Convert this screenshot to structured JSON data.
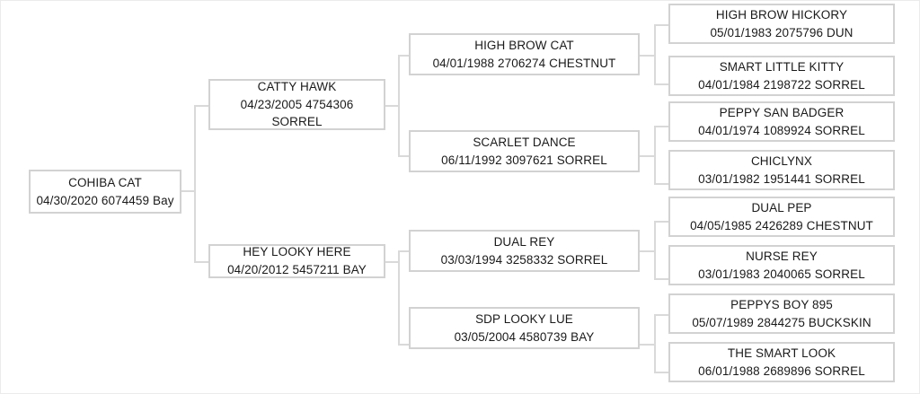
{
  "chart": {
    "type": "pedigree-tree",
    "title": "",
    "root": {
      "name": "COHIBA CAT",
      "details": "04/30/2020 6074459 Bay",
      "birthdate": "04/30/2020",
      "registration": "6074459",
      "color": "Bay"
    },
    "generation2": [
      {
        "name": "CATTY HAWK",
        "details": "04/23/2005 4754306 SORREL",
        "birthdate": "04/23/2005",
        "registration": "4754306",
        "color": "SORREL"
      },
      {
        "name": "HEY LOOKY HERE",
        "details": "04/20/2012 5457211 BAY",
        "birthdate": "04/20/2012",
        "registration": "5457211",
        "color": "BAY"
      }
    ],
    "generation3": [
      {
        "name": "HIGH BROW CAT",
        "details": "04/01/1988 2706274 CHESTNUT",
        "birthdate": "04/01/1988",
        "registration": "2706274",
        "color": "CHESTNUT"
      },
      {
        "name": "SCARLET DANCE",
        "details": "06/11/1992 3097621 SORREL",
        "birthdate": "06/11/1992",
        "registration": "3097621",
        "color": "SORREL"
      },
      {
        "name": "DUAL REY",
        "details": "03/03/1994 3258332 SORREL",
        "birthdate": "03/03/1994",
        "registration": "3258332",
        "color": "SORREL"
      },
      {
        "name": "SDP LOOKY LUE",
        "details": "03/05/2004 4580739 BAY",
        "birthdate": "03/05/2004",
        "registration": "4580739",
        "color": "BAY"
      }
    ],
    "generation4": [
      {
        "name": "HIGH BROW HICKORY",
        "details": "05/01/1983 2075796 DUN",
        "birthdate": "05/01/1983",
        "registration": "2075796",
        "color": "DUN"
      },
      {
        "name": "SMART LITTLE KITTY",
        "details": "04/01/1984 2198722 SORREL",
        "birthdate": "04/01/1984",
        "registration": "2198722",
        "color": "SORREL"
      },
      {
        "name": "PEPPY SAN BADGER",
        "details": "04/01/1974 1089924 SORREL",
        "birthdate": "04/01/1974",
        "registration": "1089924",
        "color": "SORREL"
      },
      {
        "name": "CHICLYNX",
        "details": "03/01/1982 1951441 SORREL",
        "birthdate": "03/01/1982",
        "registration": "1951441",
        "color": "SORREL"
      },
      {
        "name": "DUAL PEP",
        "details": "04/05/1985 2426289 CHESTNUT",
        "birthdate": "04/05/1985",
        "registration": "2426289",
        "color": "CHESTNUT"
      },
      {
        "name": "NURSE REY",
        "details": "03/01/1983 2040065 SORREL",
        "birthdate": "03/01/1983",
        "registration": "2040065",
        "color": "SORREL"
      },
      {
        "name": "PEPPYS BOY 895",
        "details": "05/07/1989 2844275 BUCKSKIN",
        "birthdate": "05/07/1989",
        "registration": "2844275",
        "color": "BUCKSKIN"
      },
      {
        "name": "THE SMART LOOK",
        "details": "06/01/1988 2689896 SORREL",
        "birthdate": "06/01/1988",
        "registration": "2689896",
        "color": "SORREL"
      }
    ],
    "colors": {
      "box_border": "#d2d2d2",
      "connector": "#d9d9d9",
      "text": "#1a1a1a",
      "background": "#ffffff"
    }
  }
}
